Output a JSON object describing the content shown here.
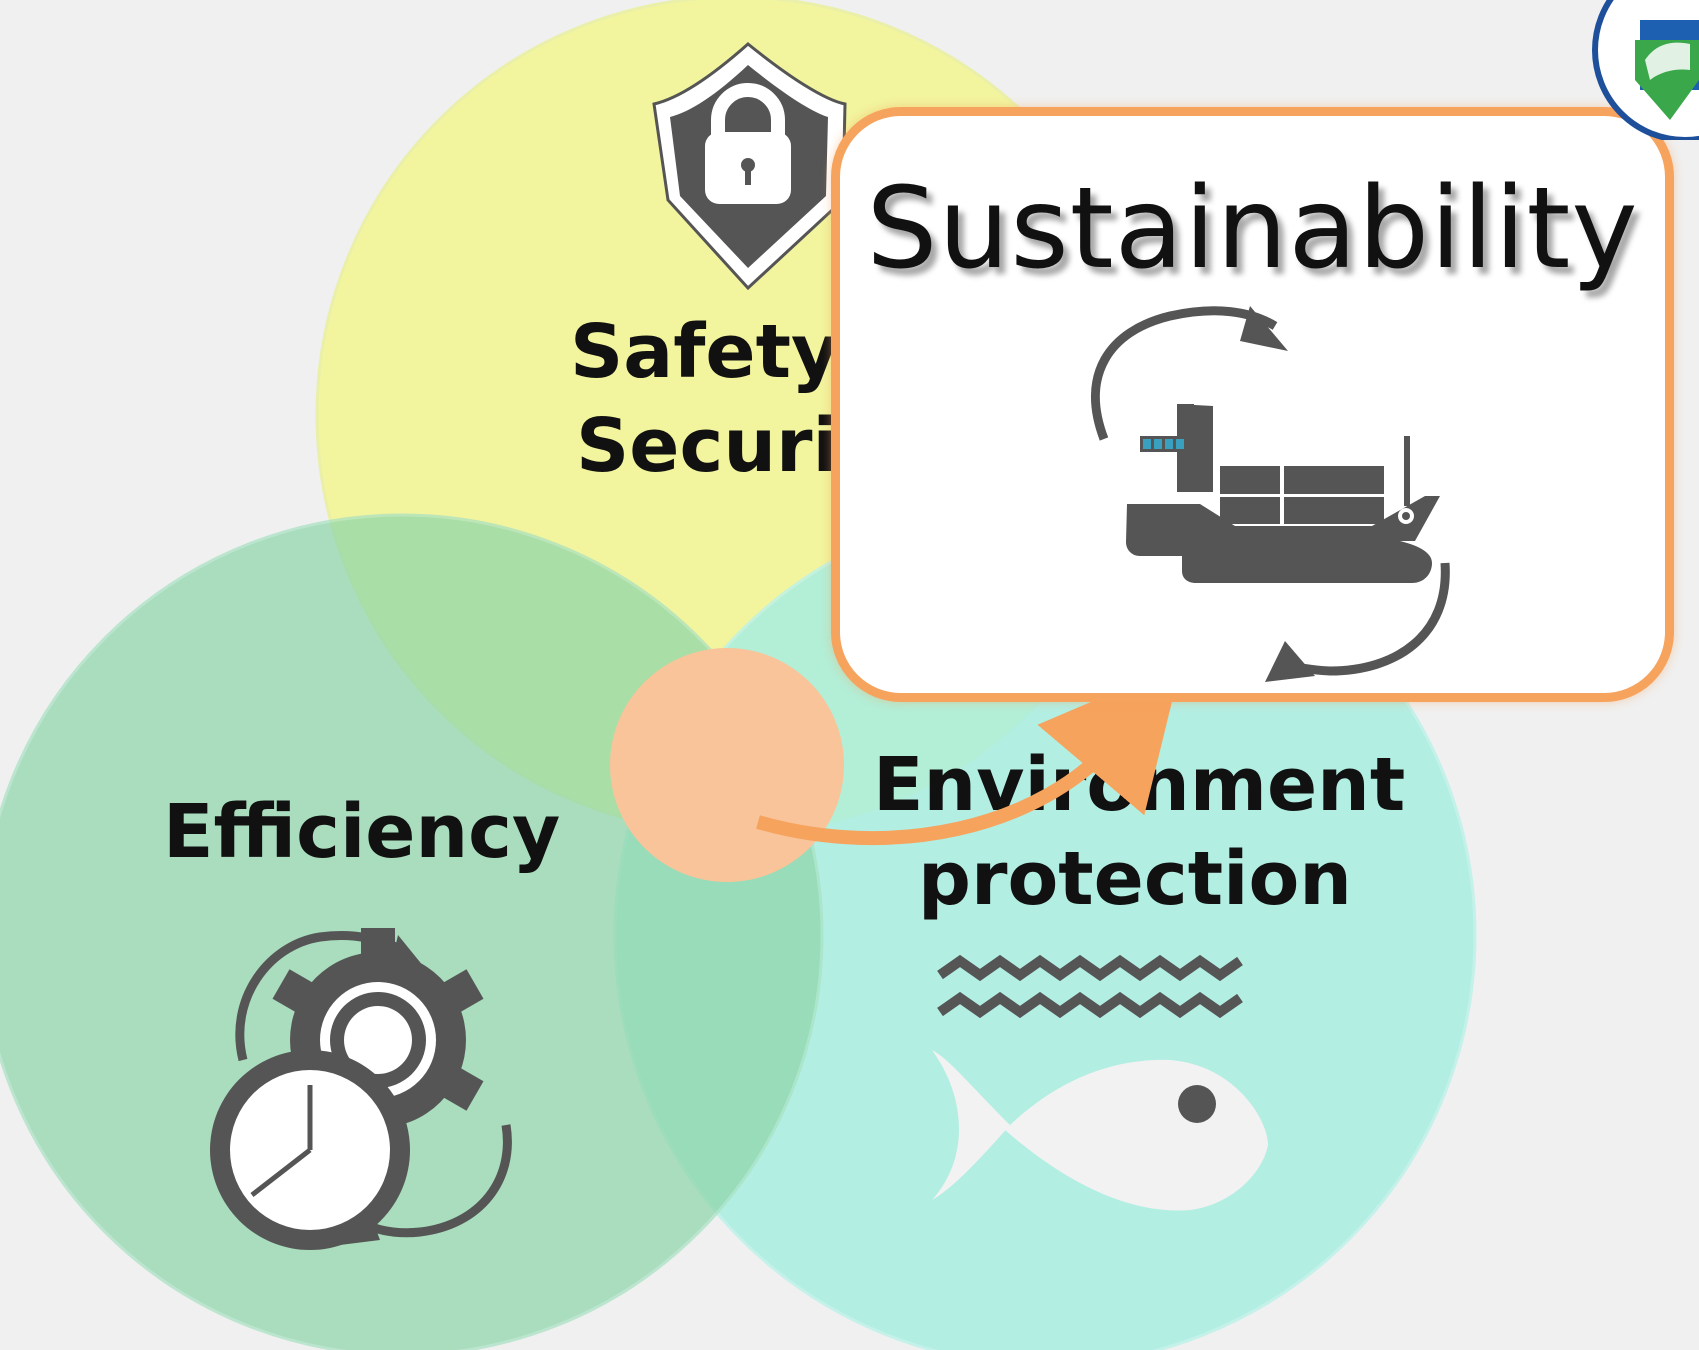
{
  "diagram": {
    "circles": {
      "safety_security": {
        "label_line1": "Safety &",
        "label_line2": "Security",
        "color": "#f3f59a"
      },
      "efficiency": {
        "label": "Efficiency",
        "color": "#8fd6ab"
      },
      "environment": {
        "label_line1": "Environment",
        "label_line2": "protection",
        "color": "#a9eee1"
      }
    },
    "center_dot_color": "#f9c499",
    "arrow_color": "#f6a35e",
    "icon_color": "#555555",
    "icons": [
      "shield-lock-icon",
      "gear-clock-icon",
      "waves-icon",
      "fish-icon",
      "ship-cycle-icon",
      "logo-icon"
    ],
    "callout": {
      "title": "Sustainability",
      "border_color": "#f6a35e"
    }
  }
}
